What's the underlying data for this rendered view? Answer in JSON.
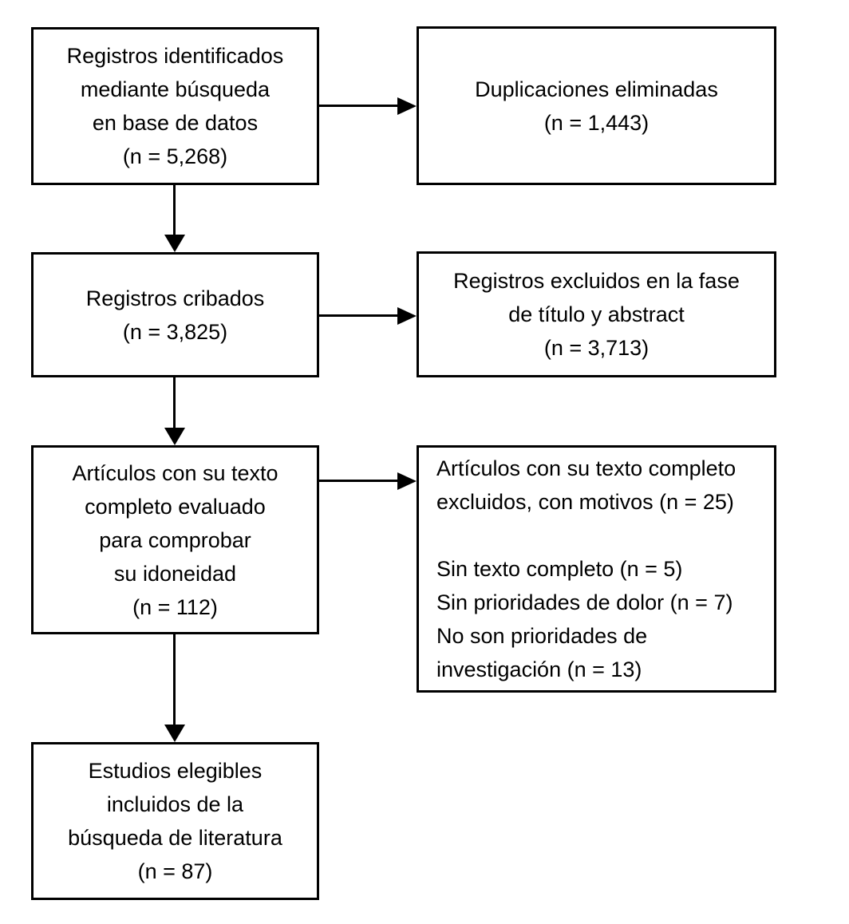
{
  "diagram": {
    "type": "prisma-flowchart",
    "language": "es",
    "colors": {
      "background": "#ffffff",
      "line": "#000000",
      "text": "#000000"
    },
    "boxes": {
      "identified": {
        "text": "Registros identificados\nmediante búsqueda\nen base de datos\n(n = 5,268)",
        "n": 5268,
        "align": "center"
      },
      "duplicates_removed": {
        "text": "Duplicaciones eliminadas\n(n = 1,443)",
        "n": 1443,
        "align": "center"
      },
      "screened": {
        "text": "Registros cribados\n(n = 3,825)",
        "n": 3825,
        "align": "center"
      },
      "excluded_title_abstract": {
        "text": "Registros excluidos en la fase\nde título y abstract\n(n = 3,713)",
        "n": 3713,
        "align": "center"
      },
      "fulltext_assessed": {
        "text": "Artículos con su texto\ncompleto evaluado\npara comprobar\nsu idoneidad\n(n = 112)",
        "n": 112,
        "align": "center"
      },
      "fulltext_excluded": {
        "text": "Artículos con su texto completo\nexcluidos, con motivos (n = 25)\n\nSin texto completo (n = 5)\nSin prioridades de dolor (n = 7)\nNo son prioridades de\ninvestigación (n = 13)",
        "n": 25,
        "reasons": [
          {
            "label": "Sin texto completo",
            "n": 5
          },
          {
            "label": "Sin prioridades de dolor",
            "n": 7
          },
          {
            "label": "No son prioridades de investigación",
            "n": 13
          }
        ],
        "align": "left"
      },
      "included": {
        "text": "Estudios elegibles\nincluidos de la\nbúsqueda de literatura\n(n = 87)",
        "n": 87,
        "align": "center"
      }
    },
    "edges": [
      {
        "from": "identified",
        "to": "duplicates_removed",
        "direction": "right"
      },
      {
        "from": "identified",
        "to": "screened",
        "direction": "down"
      },
      {
        "from": "screened",
        "to": "excluded_title_abstract",
        "direction": "right"
      },
      {
        "from": "screened",
        "to": "fulltext_assessed",
        "direction": "down"
      },
      {
        "from": "fulltext_assessed",
        "to": "fulltext_excluded",
        "direction": "right"
      },
      {
        "from": "fulltext_assessed",
        "to": "included",
        "direction": "down"
      }
    ]
  }
}
